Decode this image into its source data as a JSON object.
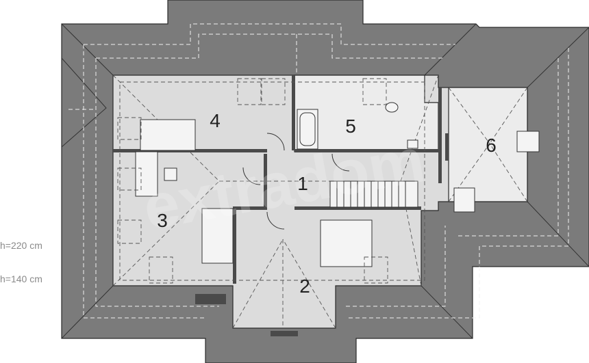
{
  "rooms": [
    {
      "number": "1"
    },
    {
      "number": "2"
    },
    {
      "number": "3"
    },
    {
      "number": "4"
    },
    {
      "number": "5"
    },
    {
      "number": "6"
    }
  ],
  "legend": {
    "height_high": "h=220 cm",
    "height_low": "h=140 cm"
  },
  "colors": {
    "roof": "#7b7b7b",
    "interior": "#dcdcdc",
    "interior_light": "#ececec",
    "wall": "#4a4a4a",
    "background": "#ffffff"
  }
}
